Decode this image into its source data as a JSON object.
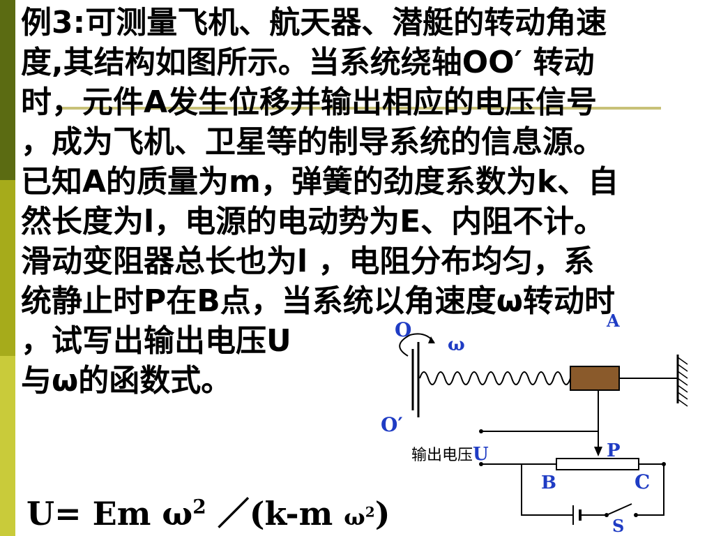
{
  "slide": {
    "sidebar_colors": [
      "#5b6b12",
      "#a6ab1b",
      "#c9cb3a"
    ],
    "problem_lines": [
      "例3:可测量飞机、航天器、潜艇的转动角速",
      "度,其结构如图所示。当系统绕轴OO′ 转动",
      "时，元件A发生位移并输出相应的电压信号",
      "，成为飞机、卫星等的制导系统的信息源。",
      "已知A的质量为m，弹簧的劲度系数为k、自",
      "然长度为l，电源的电动势为E、内阻不计。",
      "滑动变阻器总长也为l ，电阻分布均匀，系",
      "统静止时P在B点，当系统以角速度ω转动时",
      "，试写出输出电压U",
      "与ω的函数式。"
    ],
    "answer": {
      "lhs": "U= Em ω",
      "exp1": "2",
      "slash": " ／(k-m ",
      "omega": "ω",
      "exp2": "2",
      "close": ")"
    }
  },
  "diagram": {
    "label_O": "O",
    "label_O_prime": "O′",
    "label_omega": "ω",
    "label_A": "A",
    "label_P": "P",
    "label_B": "B",
    "label_C": "C",
    "label_S": "S",
    "label_output_prefix": "输出电压",
    "label_output_U": "U",
    "label_color": "#1f3cc4"
  }
}
